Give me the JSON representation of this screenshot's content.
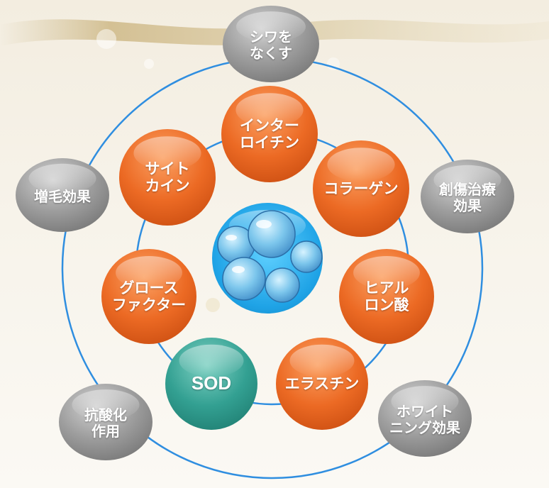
{
  "colors": {
    "ring": "#2f8ee0",
    "outer_node": "#9a9a9a",
    "inner_node": "#e8641f",
    "sod_node": "#2f9e90",
    "center": "#22a7e8"
  },
  "center": {
    "icon": "water-droplets-icon"
  },
  "outer_nodes": [
    {
      "id": "wrinkle",
      "lines": [
        "シワを",
        "なくす"
      ]
    },
    {
      "id": "wound",
      "lines": [
        "創傷治療",
        "効果"
      ]
    },
    {
      "id": "whitening",
      "lines": [
        "ホワイト",
        "ニング効果"
      ]
    },
    {
      "id": "antioxidant",
      "lines": [
        "抗酸化",
        "作用"
      ]
    },
    {
      "id": "hair",
      "lines": [
        "増毛効果"
      ]
    }
  ],
  "inner_nodes": [
    {
      "id": "interleukin",
      "lines": [
        "インター",
        "ロイチン"
      ]
    },
    {
      "id": "collagen",
      "lines": [
        "コラーゲン"
      ]
    },
    {
      "id": "hyaluronic",
      "lines": [
        "ヒアル",
        "ロン酸"
      ]
    },
    {
      "id": "elastin",
      "lines": [
        "エラスチン"
      ]
    },
    {
      "id": "sod",
      "lines": [
        "SOD"
      ]
    },
    {
      "id": "growth-factor",
      "lines": [
        "グロース",
        "ファクター"
      ]
    },
    {
      "id": "cytokine",
      "lines": [
        "サイト",
        "カイン"
      ]
    }
  ]
}
